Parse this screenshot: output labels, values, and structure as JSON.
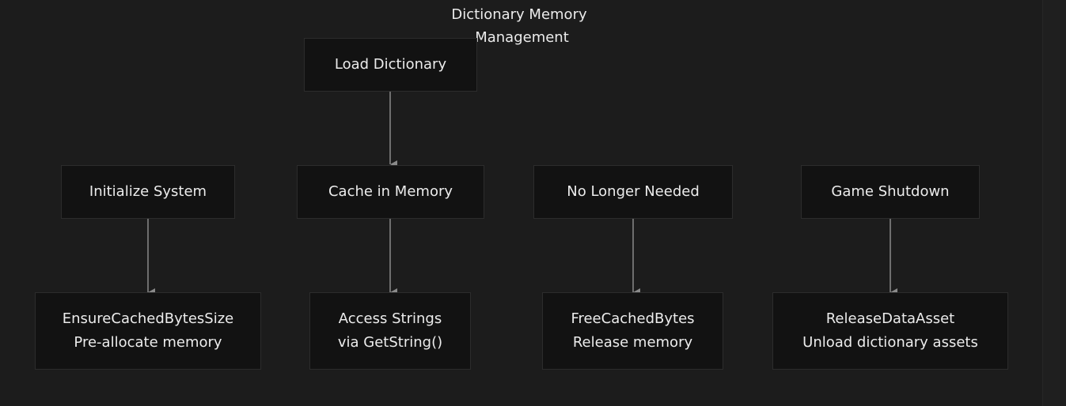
{
  "diagram": {
    "title_lines": [
      "Dictionary Memory",
      "Management"
    ],
    "nodes": {
      "load_dictionary": {
        "lines": [
          "Load Dictionary"
        ]
      },
      "initialize_system": {
        "lines": [
          "Initialize System"
        ]
      },
      "cache_in_memory": {
        "lines": [
          "Cache in Memory"
        ]
      },
      "no_longer_needed": {
        "lines": [
          "No Longer Needed"
        ]
      },
      "game_shutdown": {
        "lines": [
          "Game Shutdown"
        ]
      },
      "ensure_cached_bytes_size": {
        "lines": [
          "EnsureCachedBytesSize",
          "Pre-allocate memory"
        ]
      },
      "access_strings": {
        "lines": [
          "Access Strings",
          "via GetString()"
        ]
      },
      "free_cached_bytes": {
        "lines": [
          "FreeCachedBytes",
          "Release memory"
        ]
      },
      "release_data_asset": {
        "lines": [
          "ReleaseDataAsset",
          "Unload dictionary assets"
        ]
      }
    },
    "edges": [
      {
        "from": "load_dictionary",
        "to": "cache_in_memory"
      },
      {
        "from": "initialize_system",
        "to": "ensure_cached_bytes_size"
      },
      {
        "from": "cache_in_memory",
        "to": "access_strings"
      },
      {
        "from": "no_longer_needed",
        "to": "free_cached_bytes"
      },
      {
        "from": "game_shutdown",
        "to": "release_data_asset"
      }
    ],
    "colors": {
      "background": "#1c1c1c",
      "node_fill": "#121212",
      "node_border": "#2c2c2c",
      "text": "#ececec",
      "edge": "#8a8a8a"
    }
  }
}
